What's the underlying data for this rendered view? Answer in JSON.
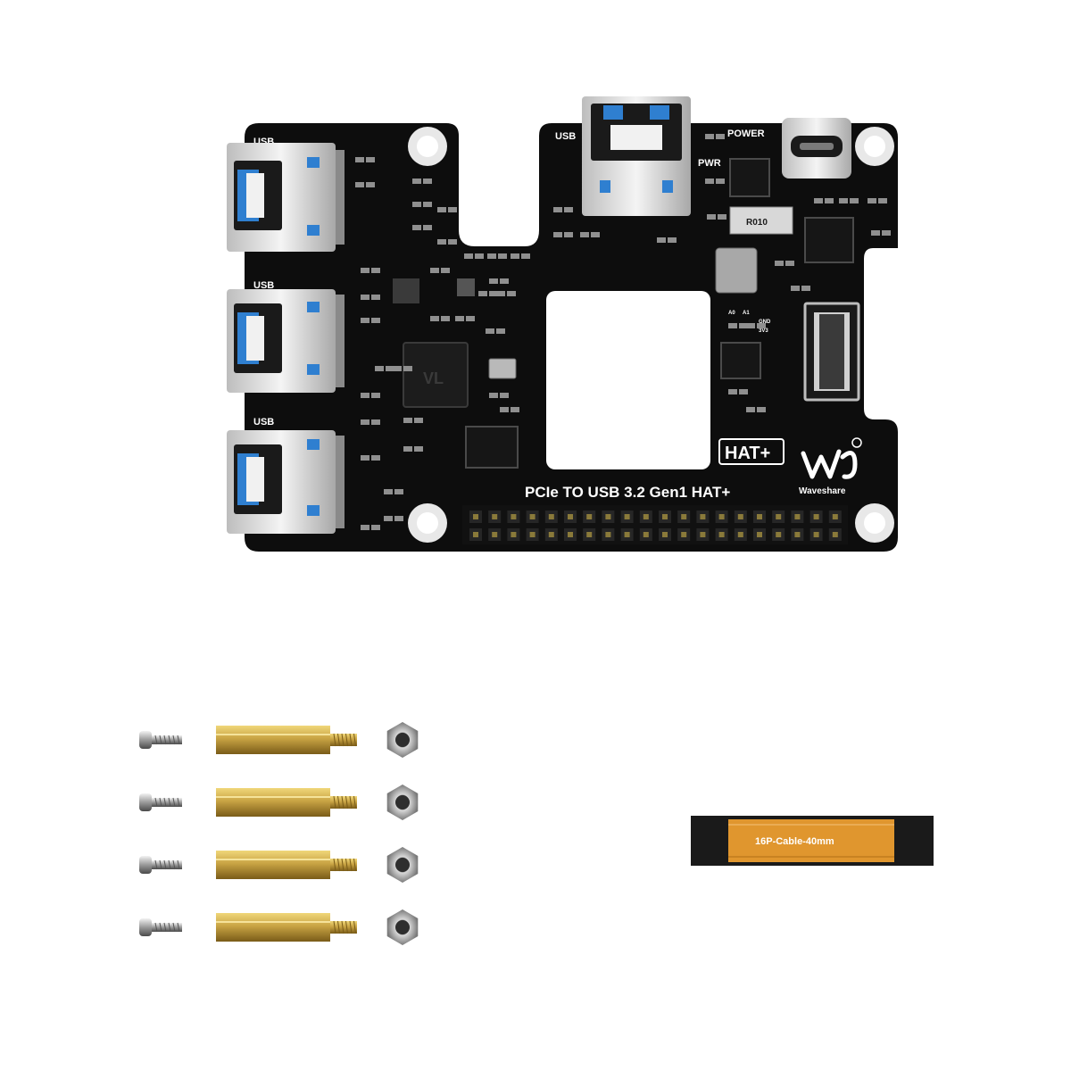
{
  "board": {
    "title": "PCIe TO USB 3.2 Gen1 HAT+",
    "brand": "Waveshare",
    "hat_badge": "HAT+",
    "usb_labels": [
      "USB",
      "USB",
      "USB",
      "USB"
    ],
    "power_label": "POWER",
    "pwr_label": "PWR",
    "resistor_label": "R010",
    "pin_labels": [
      "A0",
      "A1",
      "GND",
      "3V3"
    ],
    "colors": {
      "pcb": "#0d0d0d",
      "usb_tongue": "#2f7fd0",
      "brass": "#c9a444",
      "flex_cable": "#e0962e"
    }
  },
  "accessories": {
    "cable_label": "16P-Cable-40mm",
    "screw_sets": 4,
    "items": [
      "screw",
      "brass-standoff",
      "hex-nut"
    ]
  }
}
